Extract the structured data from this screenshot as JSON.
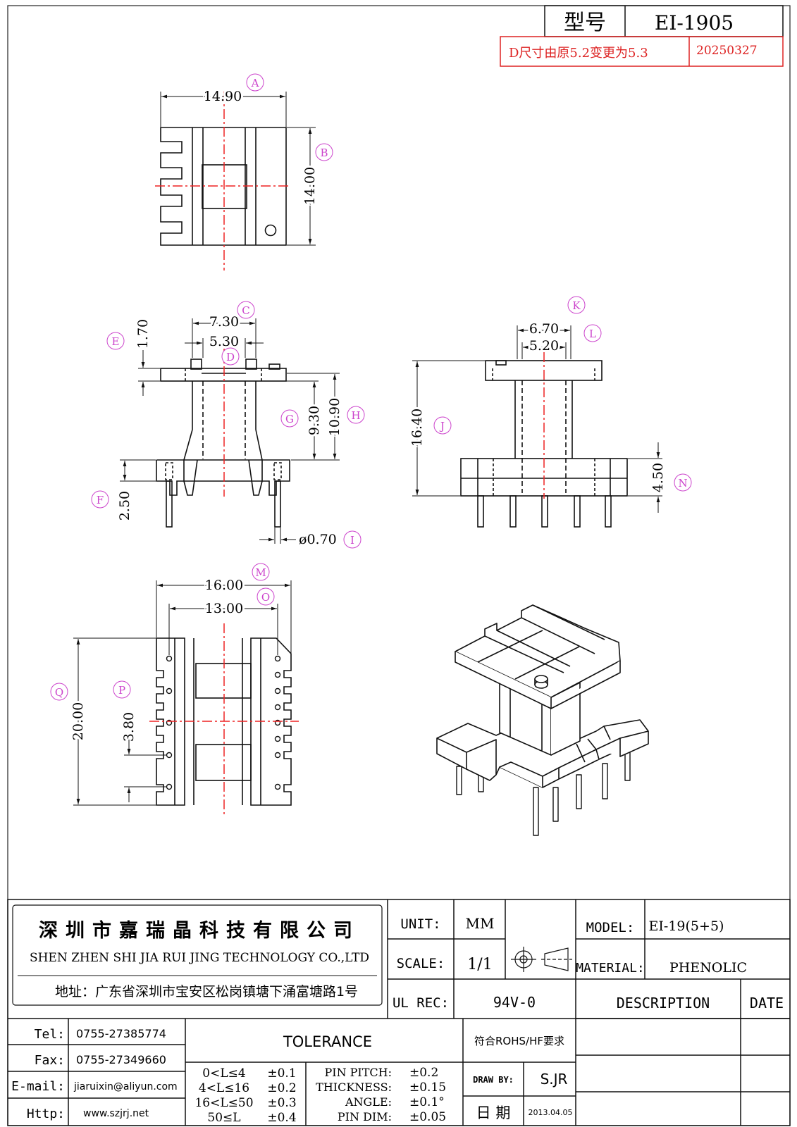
{
  "header": {
    "model_label": "型号",
    "model_value": "EI-1905",
    "revision_note": "D尺寸由原5.2变更为5.3",
    "revision_date": "20250327"
  },
  "dimensions": {
    "a_value": "14.90",
    "a_tag": "A",
    "b_value": "14.00",
    "b_tag": "B",
    "c_value": "7.30",
    "c_tag": "C",
    "d_value": "5.30",
    "d_tag": "D",
    "e_value": "1.70",
    "e_tag": "E",
    "f_value": "2.50",
    "f_tag": "F",
    "g_value": "9.30",
    "g_tag": "G",
    "h_value": "10.90",
    "h_tag": "H",
    "i_value": "ø0.70",
    "i_tag": "I",
    "j_value": "16.40",
    "j_tag": "J",
    "k_value": "6.70",
    "k_tag": "K",
    "l_value": "5.20",
    "l_tag": "L",
    "m_value": "16.00",
    "m_tag": "M",
    "o_value": "13.00",
    "o_tag": "O",
    "n_value": "4.50",
    "n_tag": "N",
    "p_value": "3.80",
    "p_tag": "P",
    "q_value": "20.00",
    "q_tag": "Q"
  },
  "title_block": {
    "company_cn": "深圳市嘉瑞晶科技有限公司",
    "company_en": "SHEN ZHEN SHI JIA RUI JING TECHNOLOGY CO.,LTD",
    "address": "地址：广东省深圳市宝安区松岗镇塘下涌富塘路1号",
    "unit_label": "UNIT:",
    "unit_value": "MM",
    "scale_label": "SCALE:",
    "scale_value": "1/1",
    "ul_label": "UL REC:",
    "ul_value": "94V-0",
    "model_label": "MODEL:",
    "model_value": "EI-19(5+5)",
    "material_label": "MATERIAL:",
    "material_value": "PHENOLIC",
    "description_label": "DESCRIPTION",
    "date_label": "DATE",
    "tel_label": "Tel:",
    "tel_value": "0755-27385774",
    "fax_label": "Fax:",
    "fax_value": "0755-27349660",
    "email_label": "E-mail:",
    "email_value": "jiaruixin@aliyun.com",
    "http_label": "Http:",
    "http_value": "www.szjrj.net",
    "tolerance_title": "TOLERANCE",
    "tol_ranges": [
      "0<L≤4",
      "4<L≤16",
      "16<L≤50",
      "50≤L"
    ],
    "tol_values": [
      "±0.1",
      "±0.2",
      "±0.3",
      "±0.4"
    ],
    "tol_params": [
      "PIN PITCH:",
      "THICKNESS:",
      "ANGLE:",
      "PIN DIM:"
    ],
    "tol_param_values": [
      "±0.2",
      "±0.15",
      "±0.1°",
      "±0.05"
    ],
    "rohs": "符合ROHS/HF要求",
    "draw_label": "DRAW BY:",
    "draw_value": "S.JR",
    "date_cn_label": "日 期",
    "date_value": "2013.04.05"
  }
}
